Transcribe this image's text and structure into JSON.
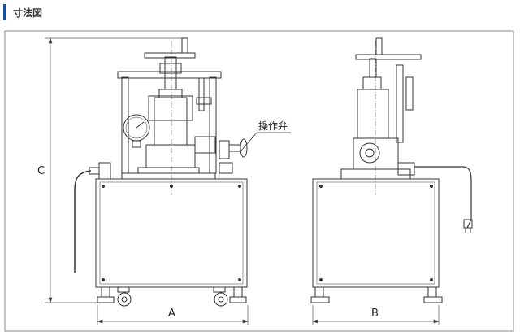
{
  "header": {
    "title": "寸法図",
    "accent_color": "#1a4f9c"
  },
  "drawing": {
    "callout": "操作弁",
    "dim_a": "A",
    "dim_b": "B",
    "dim_c": "C"
  }
}
